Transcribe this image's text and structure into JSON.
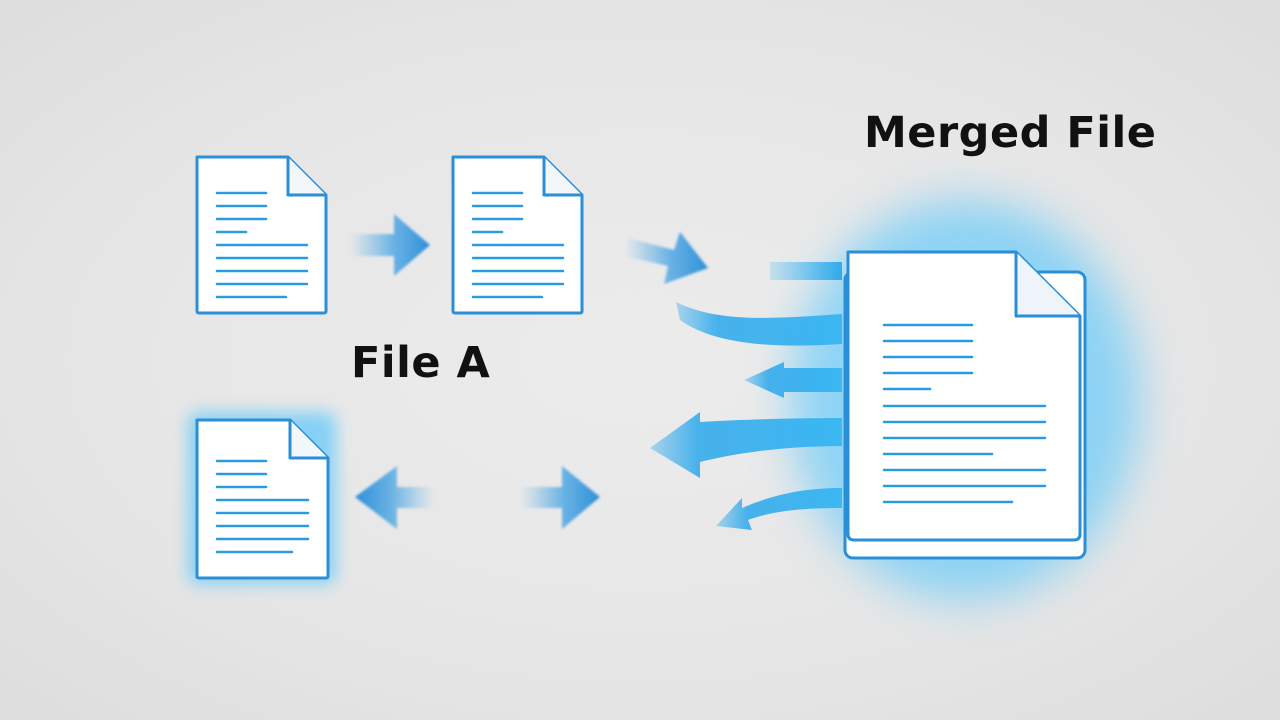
{
  "diagram": {
    "merged_label": "Merged File",
    "file_a_label": "File A",
    "colors": {
      "accent": "#1f9fe0",
      "doc_border": "#2a8fd6",
      "doc_fill": "#ffffff",
      "text_line": "#2b9be0",
      "arrow": "#3aa5e6",
      "glow": "#45c2ff",
      "label": "#111111"
    },
    "nodes": [
      {
        "name": "document-icon-top-left",
        "kind": "document",
        "glow": false
      },
      {
        "name": "document-icon-top-middle",
        "kind": "document",
        "glow": false
      },
      {
        "name": "document-icon-bottom-left",
        "kind": "document",
        "glow": true
      },
      {
        "name": "merged-document-icon",
        "kind": "document-stack",
        "glow": true
      }
    ]
  }
}
